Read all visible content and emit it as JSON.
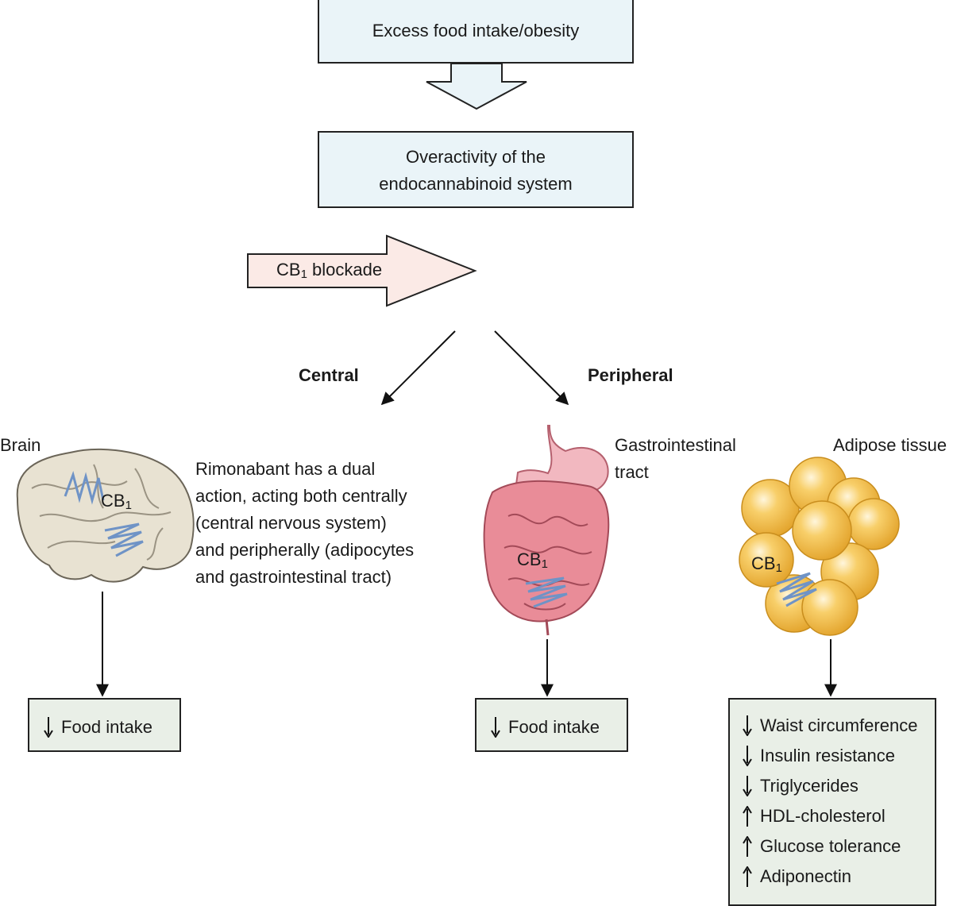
{
  "top_box": {
    "text": "Excess food intake/obesity"
  },
  "middle_box": {
    "line1": "Overactivity of the",
    "line2": "endocannabinoid system"
  },
  "blockade": {
    "prefix": "CB",
    "sub": "1",
    "suffix": " blockade"
  },
  "branches": {
    "central": "Central",
    "peripheral": "Peripheral"
  },
  "brain": {
    "label": "Brain",
    "cb_prefix": "CB",
    "cb_sub": "1"
  },
  "description": {
    "lines": [
      "Rimonabant has a dual",
      "action, acting both centrally",
      "(central nervous system)",
      "and peripherally (adipocytes",
      "and gastrointestinal tract)"
    ]
  },
  "gi": {
    "line1": "Gastrointestinal",
    "line2": "tract",
    "cb_prefix": "CB",
    "cb_sub": "1"
  },
  "adipose": {
    "label": "Adipose tissue",
    "cb_prefix": "CB",
    "cb_sub": "1"
  },
  "outcomes": {
    "brain": {
      "direction": "down",
      "text": "Food intake"
    },
    "gi": {
      "direction": "down",
      "text": "Food intake"
    },
    "adipose": [
      {
        "direction": "down",
        "text": "Waist circumference"
      },
      {
        "direction": "down",
        "text": "Insulin resistance"
      },
      {
        "direction": "down",
        "text": "Triglycerides"
      },
      {
        "direction": "up",
        "text": "HDL-cholesterol"
      },
      {
        "direction": "up",
        "text": "Glucose tolerance"
      },
      {
        "direction": "up",
        "text": "Adiponectin"
      }
    ]
  },
  "colors": {
    "blue_box": "#eaf4f8",
    "green_box": "#e9efe7",
    "blockade_arrow": "#fbeae6",
    "receptor": "#6f93c6",
    "brain": "#e8e2d2",
    "intestine": "#e98c98",
    "stomach": "#f2b8c0",
    "adipocyte": "#f2b93a"
  }
}
